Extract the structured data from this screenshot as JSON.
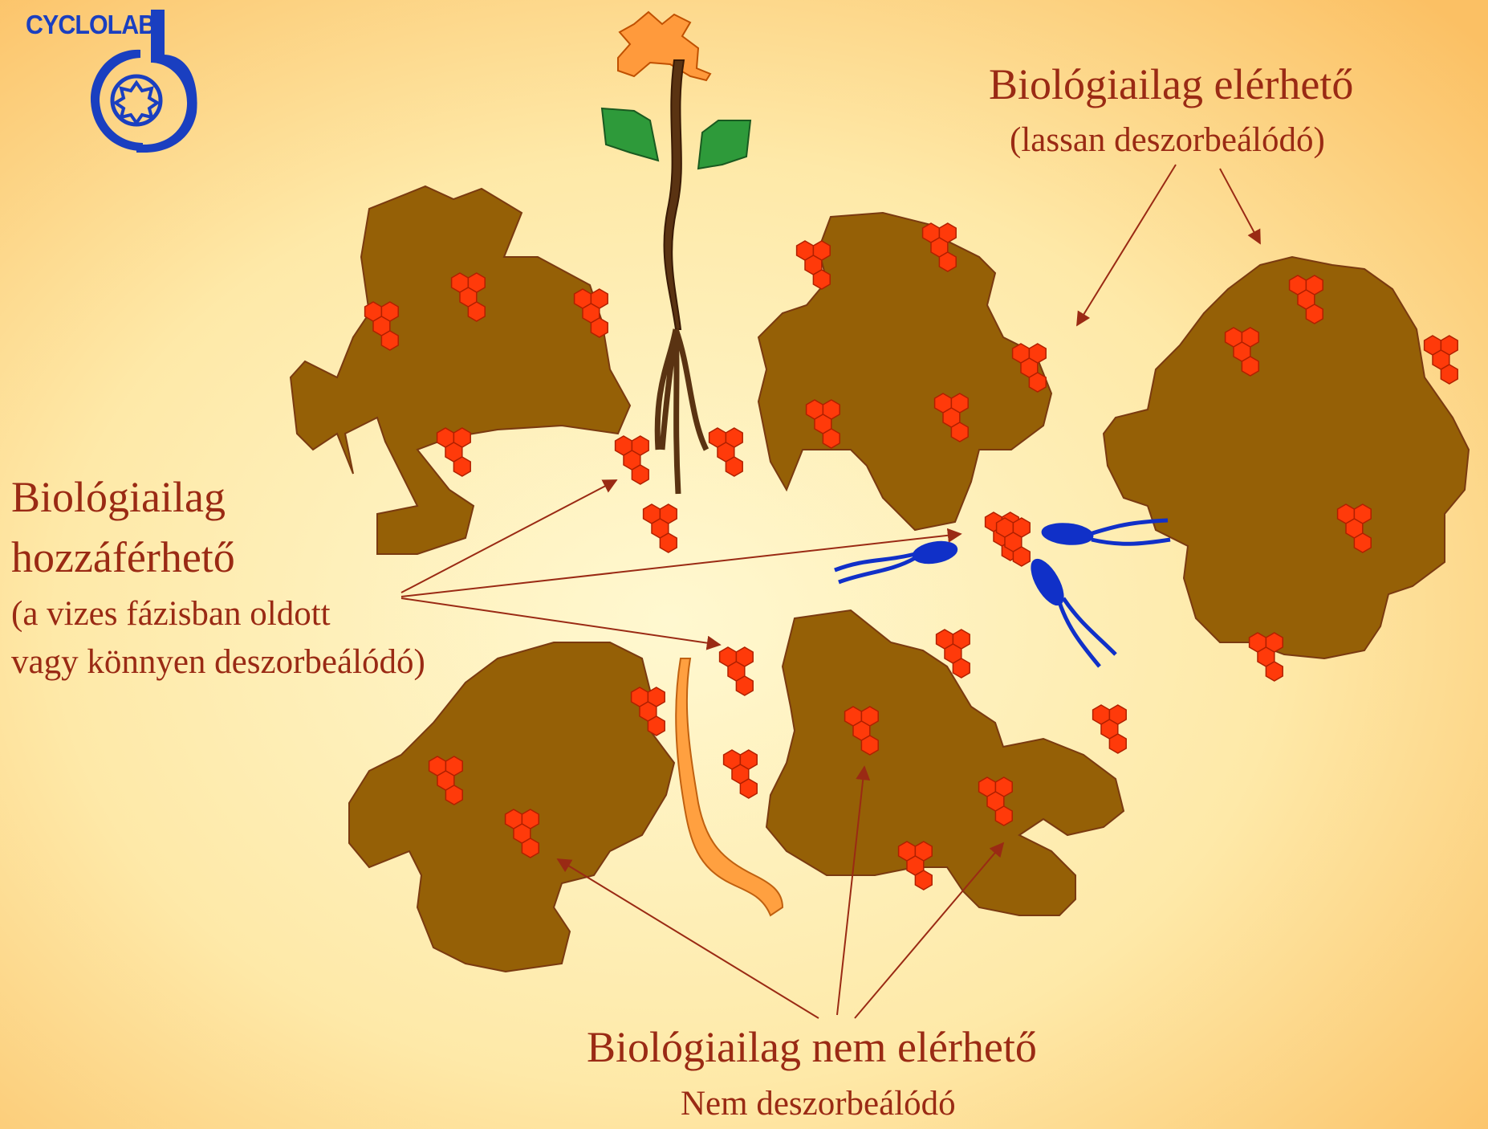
{
  "logo": {
    "text": "CYCLOLAB",
    "color": "#1a3fc0"
  },
  "labels": {
    "slow": {
      "title": "Biológiailag elérhető",
      "subtitle": "(lassan deszorbeálódó)"
    },
    "accessible": {
      "title_line1": "Biológiailag",
      "title_line2": "hozzáférhető",
      "subtitle_line1": "(a vizes fázisban oldott",
      "subtitle_line2": "vagy könnyen deszorbeálódó)"
    },
    "unavailable": {
      "title": "Biológiailag nem elérhető",
      "subtitle": "Nem deszorbeálódó"
    }
  },
  "colors": {
    "background_light": "#fff6c8",
    "background_dark": "#fbc064",
    "soil_particle": "#956006",
    "soil_outline": "#7a3a10",
    "pollutant_hexagon": "#ff3a0a",
    "text_arrow": "#9a2a14",
    "microbe": "#1030c8",
    "earthworm": "#ffa040",
    "plant_leaf": "#2e9a3a",
    "plant_flower": "#ff9a3c",
    "plant_stem": "#5a3312"
  }
}
